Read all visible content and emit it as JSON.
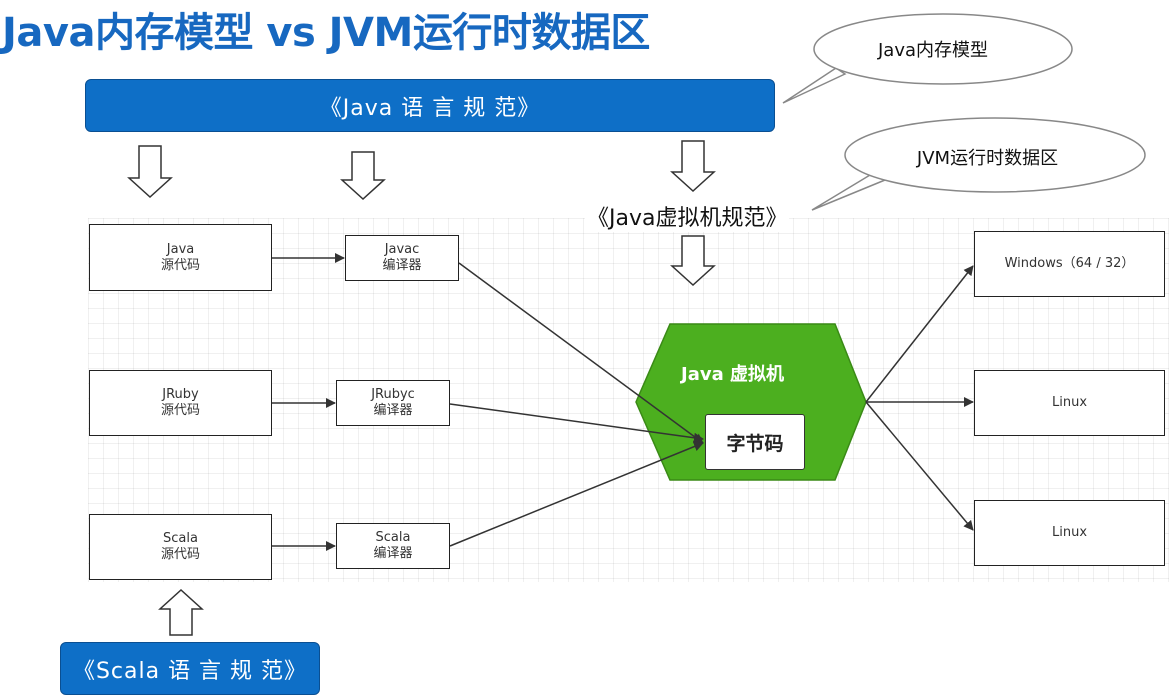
{
  "title": "Java内存模型 vs JVM运行时数据区",
  "banners": {
    "java_lang_spec": "《Java 语 言 规 范》",
    "scala_lang_spec": "《Scala 语 言 规 范》"
  },
  "jvm_spec_label": "《Java虚拟机规范》",
  "callouts": {
    "memory_model": "Java内存模型",
    "runtime_data_area": "JVM运行时数据区"
  },
  "sources": [
    {
      "lang": "Java",
      "label": "源代码"
    },
    {
      "lang": "JRuby",
      "label": "源代码"
    },
    {
      "lang": "Scala",
      "label": "源代码"
    }
  ],
  "compilers": [
    {
      "name": "Javac",
      "label": "编译器"
    },
    {
      "name": "JRubyc",
      "label": "编译器"
    },
    {
      "name": "Scala",
      "label": "编译器"
    }
  ],
  "jvm": {
    "title": "Java 虚拟机",
    "bytecode": "字节码"
  },
  "platforms": [
    "Windows（64 / 32）",
    "Linux",
    "Linux"
  ],
  "colors": {
    "title_blue": "#1768c0",
    "banner_blue": "#0e6fc7",
    "jvm_green": "#4caf1f"
  }
}
